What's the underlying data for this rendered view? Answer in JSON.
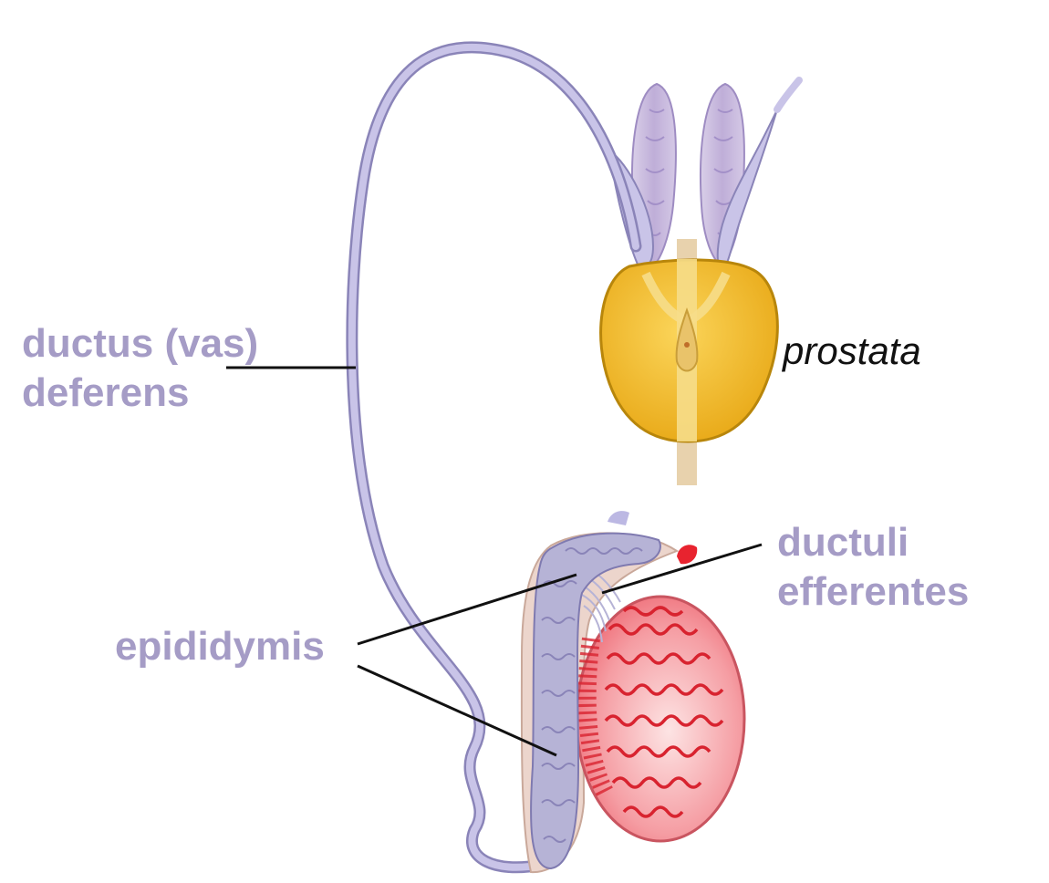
{
  "colors": {
    "label_purple": "#a59cc6",
    "label_prostata": "#111111",
    "duct": "#bcb8e3",
    "duct_outline": "#8a84b8",
    "prostate": "#f4bf2a",
    "prostate_outline": "#b8860b",
    "testis": "#f37e86",
    "tubules": "#d8232f",
    "epididymis": "#b6b3d6",
    "tunica": "#ecd5cc",
    "urethra": "#e8d2ad",
    "leader_line": "#111111"
  },
  "labels": {
    "ductus": [
      "ductus (vas)",
      "deferens"
    ],
    "prostata": "prostata",
    "ductuli": [
      "ductuli",
      "efferentes"
    ],
    "epididymis": "epididymis"
  }
}
